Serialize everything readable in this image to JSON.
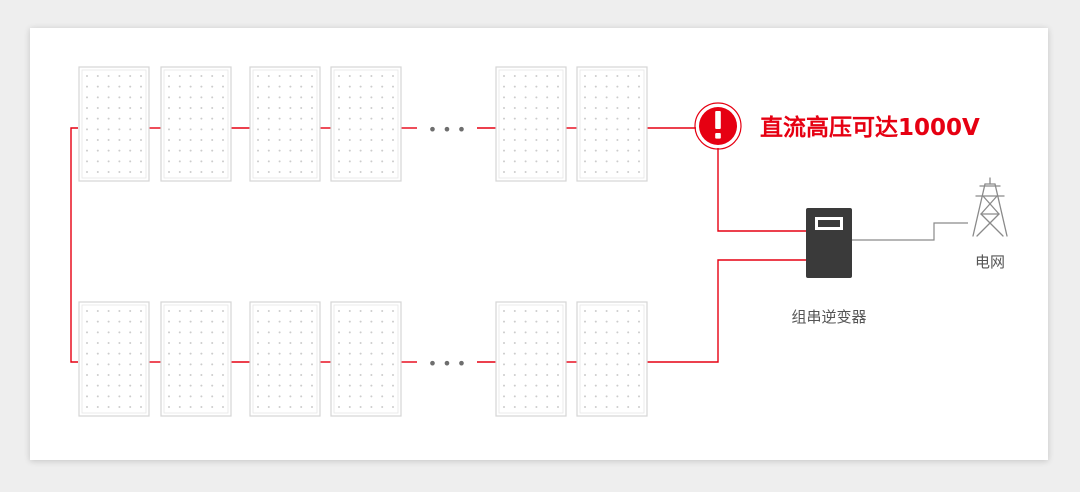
{
  "warning": {
    "text": "直流高压可达1000V",
    "color": "#e60012",
    "icon": "exclamation-icon"
  },
  "inverter": {
    "label": "组串逆变器",
    "icon": "inverter-icon"
  },
  "grid": {
    "label": "电网",
    "icon": "transmission-tower-icon"
  },
  "ellipsis_glyph": "• • •",
  "colors": {
    "wire": "#e60012",
    "grid_wire": "#888888",
    "panel_border": "#d6d6d6",
    "panel_dots": "#d0d0d0",
    "inverter_body": "#3a3a3a"
  }
}
